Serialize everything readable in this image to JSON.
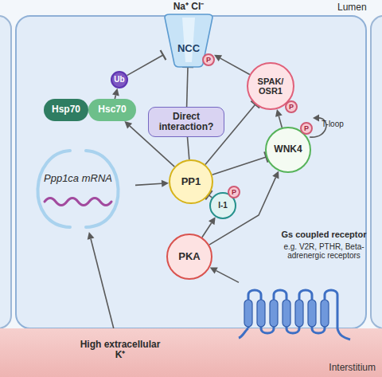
{
  "diagram": {
    "nodes": [
      {
        "text": [
          "NCC"
        ]
      },
      {
        "text": [
          "Ub"
        ]
      },
      {
        "text": [
          "P"
        ]
      },
      {
        "text": [
          "SPAK/ OSR1"
        ]
      },
      {
        "text": [
          "P"
        ]
      },
      {
        "text": [
          "Hsp70"
        ]
      },
      {
        "text": [
          "Hsc70"
        ]
      },
      {
        "text": [
          "Direct interaction?"
        ]
      },
      {
        "text": [
          "WNK4"
        ]
      },
      {
        "text": [
          "P"
        ]
      },
      {
        "text": [
          "Ppp1ca mRNA"
        ]
      },
      {
        "text": [
          "PP1"
        ]
      },
      {
        "text": [
          "I-1"
        ]
      },
      {
        "text": [
          "P"
        ]
      },
      {
        "text": [
          "PKA"
        ]
      },
      {
        "text": [
          "Interstitium",
          "High extracellular K⁺"
        ]
      },
      {
        "text": [
          "Gs coupled receptor",
          "e.g. V2R, PTHR, Beta-adrenergic receptors"
        ]
      }
    ],
    "edges": [
      {
        "from": 1,
        "to": 0,
        "arrow": "to"
      },
      {
        "from": 6,
        "to": 1,
        "arrow": "to"
      },
      {
        "from": 11,
        "to": 6,
        "arrow": "to"
      },
      {
        "from": 11,
        "to": 7,
        "arrow": "none"
      },
      {
        "from": 7,
        "to": 0,
        "arrow": "to"
      },
      {
        "from": 11,
        "to": 3,
        "arrow": "to"
      },
      {
        "from": 11,
        "to": 8,
        "arrow": "to"
      },
      {
        "from": 3,
        "to": 0,
        "arrow": "to"
      },
      {
        "from": 8,
        "to": 3,
        "arrow": "to"
      },
      {
        "from": 12,
        "to": 11,
        "arrow": "to"
      },
      {
        "from": 14,
        "to": 12,
        "arrow": "to"
      },
      {
        "from": 14,
        "to": 8,
        "arrow": "to"
      },
      {
        "from": 16,
        "to": 14,
        "arrow": "to"
      },
      {
        "from": 10,
        "to": 11,
        "arrow": "to"
      },
      {
        "from": 15,
        "to": 10,
        "arrow": "to"
      }
    ],
    "labels": [
      "Na⁺ Cl⁻",
      "Lumen",
      "T-loop"
    ]
  }
}
